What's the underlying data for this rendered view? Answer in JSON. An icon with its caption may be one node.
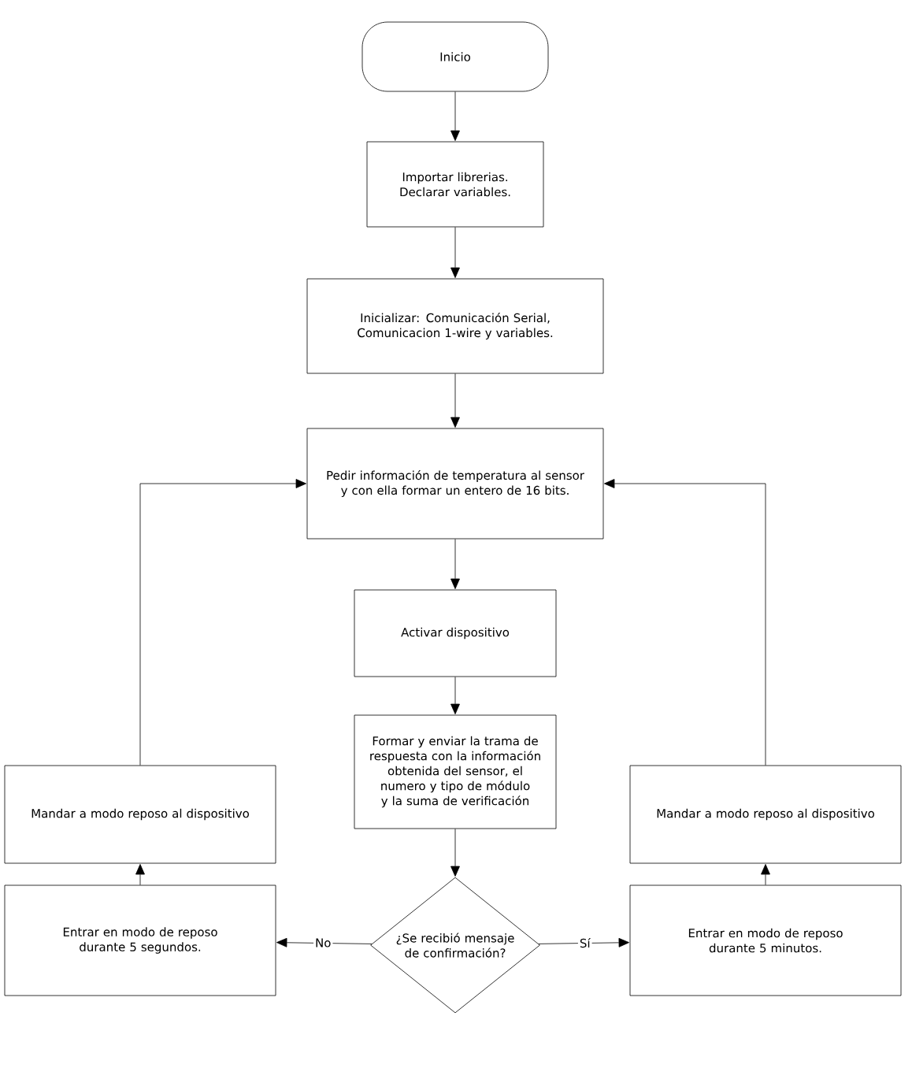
{
  "diagram": {
    "nodes": [
      {
        "text": [
          "Inicio"
        ]
      },
      {
        "text": [
          "Importar librerias. Declarar variables."
        ]
      },
      {
        "text": [
          "Inicializar: Comunicación Serial, Comunicacion 1-wire y variables."
        ]
      },
      {
        "text": [
          "Pedir información de temperatura al sensor y con ella formar un entero de 16 bits."
        ]
      },
      {
        "text": [
          "Activar dispositivo"
        ]
      },
      {
        "text": [
          "Formar y enviar la trama de respuesta con la información obtenida del sensor, el numero y tipo de módulo y la suma de verificación"
        ]
      },
      {
        "text": [
          "¿Se recibió mensaje de confirmación?"
        ]
      },
      {
        "text": [
          "Entrar en modo de reposo durante 5 segundos."
        ]
      },
      {
        "text": [
          "Mandar a modo reposo al dispositivo"
        ]
      },
      {
        "text": [
          "Entrar en modo de reposo durante 5 minutos."
        ]
      },
      {
        "text": [
          "Mandar a modo reposo al dispositivo"
        ]
      }
    ],
    "edges": [
      {
        "from": 0,
        "to": 1,
        "arrow": "to"
      },
      {
        "from": 1,
        "to": 2,
        "arrow": "to"
      },
      {
        "from": 2,
        "to": 3,
        "arrow": "to"
      },
      {
        "from": 3,
        "to": 4,
        "arrow": "to"
      },
      {
        "from": 4,
        "to": 5,
        "arrow": "to"
      },
      {
        "from": 5,
        "to": 6,
        "arrow": "to"
      },
      {
        "from": 6,
        "to": 7,
        "arrow": "to",
        "label": "No"
      },
      {
        "from": 7,
        "to": 8,
        "arrow": "to"
      },
      {
        "from": 8,
        "to": 3,
        "arrow": "to"
      },
      {
        "from": 6,
        "to": 9,
        "arrow": "to",
        "label": "Sí"
      },
      {
        "from": 9,
        "to": 10,
        "arrow": "to"
      },
      {
        "from": 10,
        "to": 3,
        "arrow": "to"
      }
    ]
  }
}
